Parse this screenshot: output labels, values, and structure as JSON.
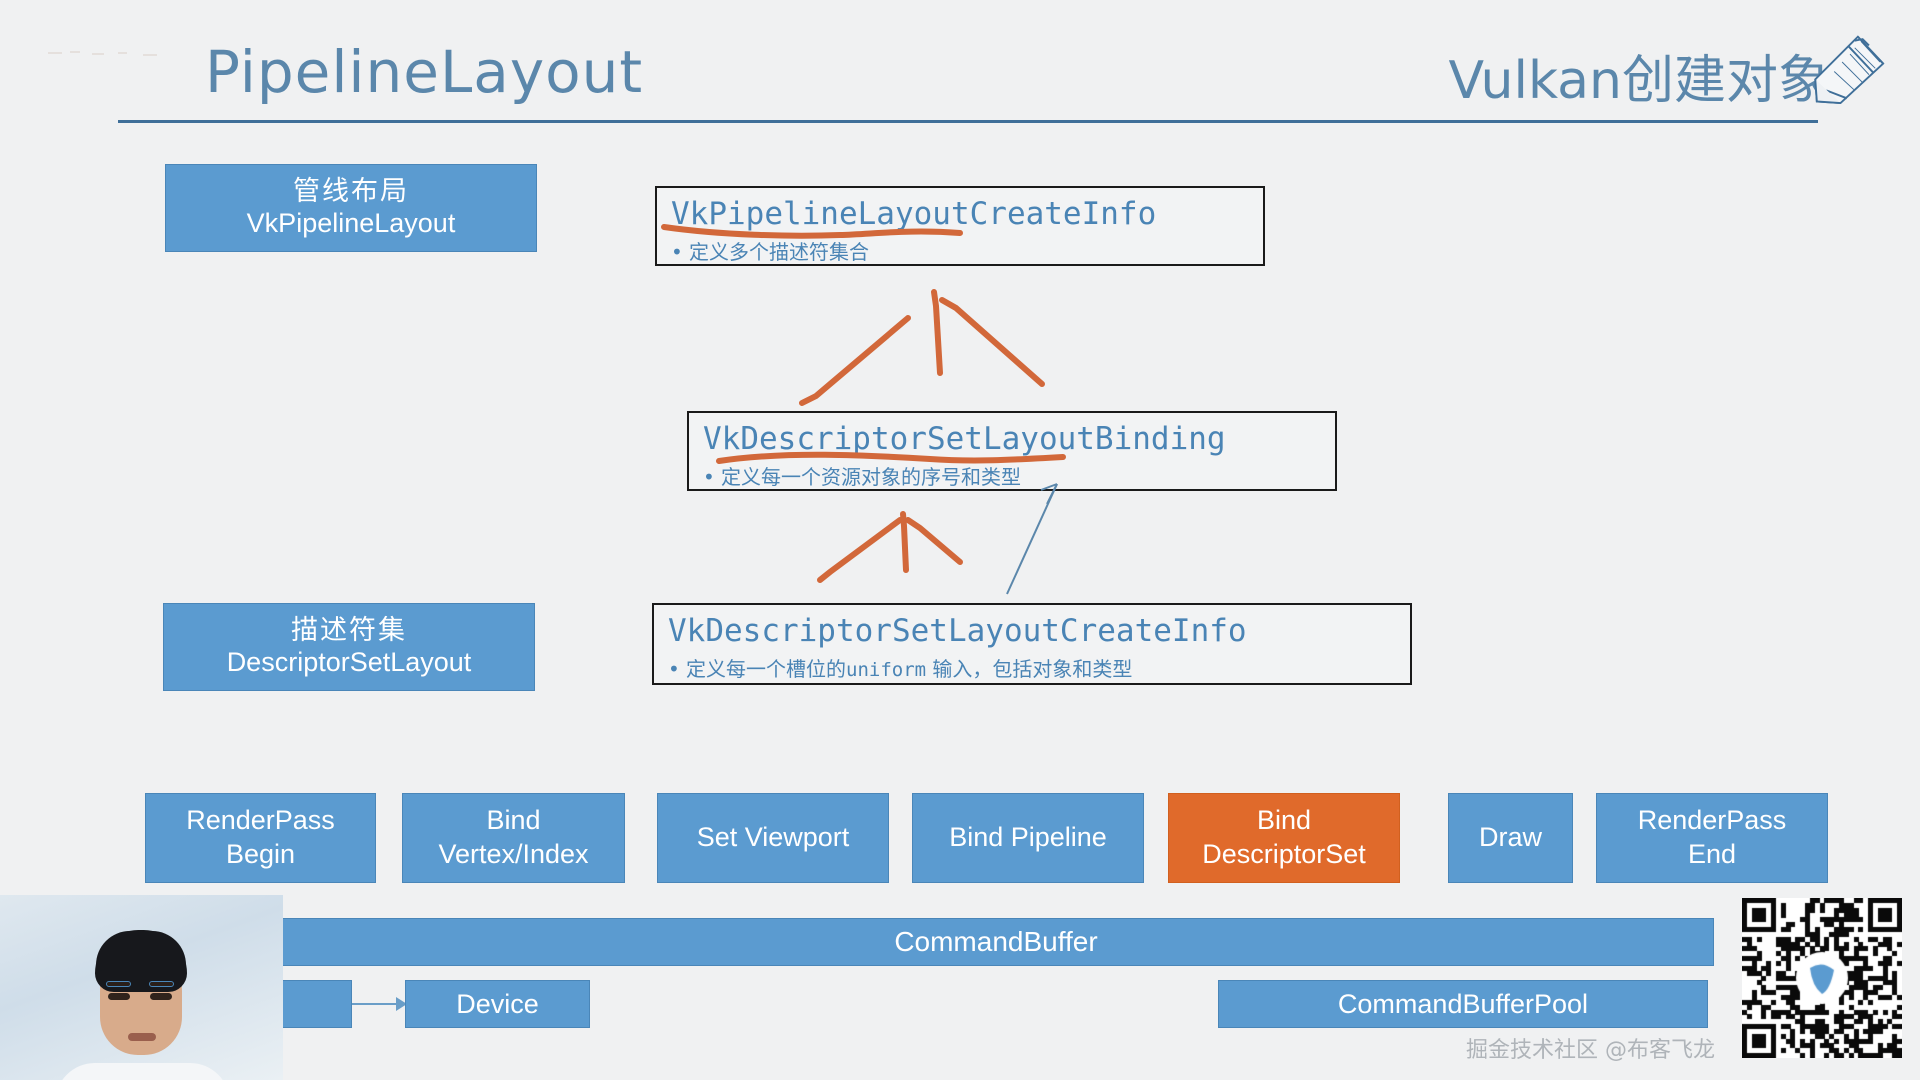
{
  "header": {
    "title": "PipelineLayout",
    "right_title": "Vulkan创建对象",
    "pencil_icon": "pencil-icon"
  },
  "left_labels": [
    {
      "cn": "管线布局",
      "en": "VkPipelineLayout"
    },
    {
      "cn": "描述符集",
      "en": "DescriptorSetLayout"
    }
  ],
  "info_boxes": [
    {
      "title": "VkPipelineLayoutCreateInfo",
      "bullet_marker": "•",
      "bullet": "定义多个描述符集合",
      "bullet_code": "",
      "bullet_tail": ""
    },
    {
      "title": "VkDescriptorSetLayoutBinding",
      "bullet_marker": "•",
      "bullet": "定义每一个资源对象的序号和类型",
      "bullet_code": "",
      "bullet_tail": ""
    },
    {
      "title": "VkDescriptorSetLayoutCreateInfo",
      "bullet_marker": "•",
      "bullet": "定义每一个槽位的",
      "bullet_code": "uniform",
      "bullet_tail": " 输入，包括对象和类型"
    }
  ],
  "commands": [
    {
      "label": "RenderPass\nBegin",
      "highlight": false
    },
    {
      "label": "Bind\nVertex/Index",
      "highlight": false
    },
    {
      "label": "Set Viewport",
      "highlight": false
    },
    {
      "label": "Bind Pipeline",
      "highlight": false
    },
    {
      "label": "Bind\nDescriptorSet",
      "highlight": true
    },
    {
      "label": "Draw",
      "highlight": false
    },
    {
      "label": "RenderPass\nEnd",
      "highlight": false
    }
  ],
  "command_buffer": {
    "label": "CommandBuffer"
  },
  "bottom_row": {
    "stub_label": "",
    "device_label": "Device",
    "pool_label": "CommandBufferPool"
  },
  "watermark": {
    "text": "掘金技术社区 @布客飞龙"
  },
  "colors": {
    "background": "#f0f1f2",
    "blue_box": "#5b9bd0",
    "accent_orange": "#e06a2b",
    "title_blue": "#5b87ab",
    "code_blue": "#4a84b5",
    "scribble_orange": "#d2683a",
    "rule_blue": "#3f6f99"
  }
}
